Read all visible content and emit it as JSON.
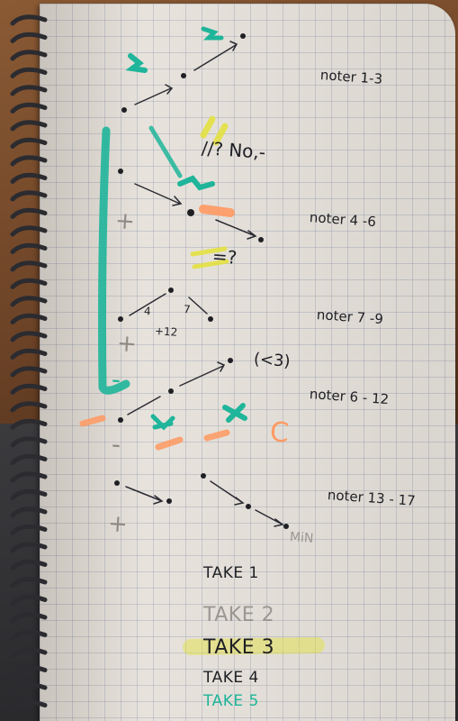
{
  "photo": {
    "subject": "handwritten-notebook-page",
    "colors": {
      "teal": "#1fb59a",
      "orange": "#ff9a63",
      "yellow": "#e4e23a",
      "pencil": "#8f8a83",
      "ink": "#1f1f24"
    }
  },
  "notes": {
    "section_1": "noter 1-3",
    "section_2": "noter 4 -6",
    "section_3": "noter 7 -9",
    "section_4": "noter 6 - 12",
    "section_5": "noter 13 - 17",
    "question_1": "//? No,-",
    "question_2": "=?",
    "annotation_less_than_3": "(<3)",
    "interval_4": "4",
    "interval_7": "7",
    "interval_12": "+12",
    "min_label": "MiN",
    "letter_c": "C",
    "plus_sign": "+",
    "minus_sign": "-"
  },
  "takes": [
    {
      "label": "TAKE 1",
      "color": "#1f1f24"
    },
    {
      "label": "TAKE 2",
      "color": "#9a9691"
    },
    {
      "label": "TAKE 3",
      "color": "#1f1f24"
    },
    {
      "label": "TAKE 4",
      "color": "#1f1f24"
    },
    {
      "label": "TAKE 5",
      "color": "#1fb59a"
    }
  ]
}
